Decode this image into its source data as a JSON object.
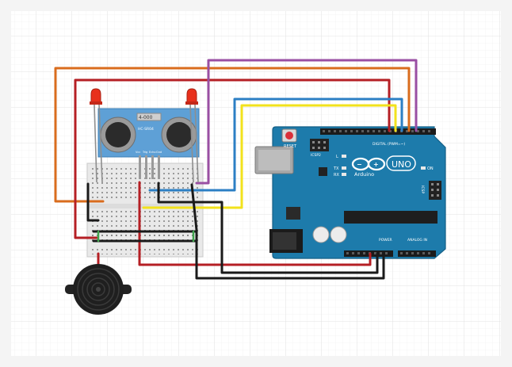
{
  "colors": {
    "background": "#ffffff",
    "grid": "#e6e6e6",
    "board": "#1d7bab",
    "board_dark": "#16628a",
    "wire_orange": "#d96c1d",
    "wire_red": "#b51f24",
    "wire_purple": "#9a4fa3",
    "wire_blue": "#2c7fc4",
    "wire_yellow": "#f2e21c",
    "wire_black": "#1a1a1a",
    "wire_green": "#3fa34d",
    "led": "#e8301c",
    "sensor": "#5ea0d6"
  },
  "sensor": {
    "model": "HC-SR04",
    "display": "4-000",
    "pins": [
      "Vcc",
      "Trig",
      "Echo",
      "Gnd"
    ]
  },
  "arduino": {
    "brand": "Arduino",
    "model": "UNO",
    "reset_label": "RESET",
    "icsp_label": "ICSP2",
    "icsp1_label": "ICSP",
    "digital_header": "DIGITAL (PWM=~)",
    "power_header": "POWER",
    "analog_header": "ANALOG IN",
    "led_labels": [
      "L",
      "TX",
      "RX"
    ],
    "on_label": "ON"
  },
  "components": {
    "led_left": "led-left",
    "led_right": "led-right",
    "buzzer": "piezo-buzzer",
    "breadboard": "mini-breadboard"
  }
}
